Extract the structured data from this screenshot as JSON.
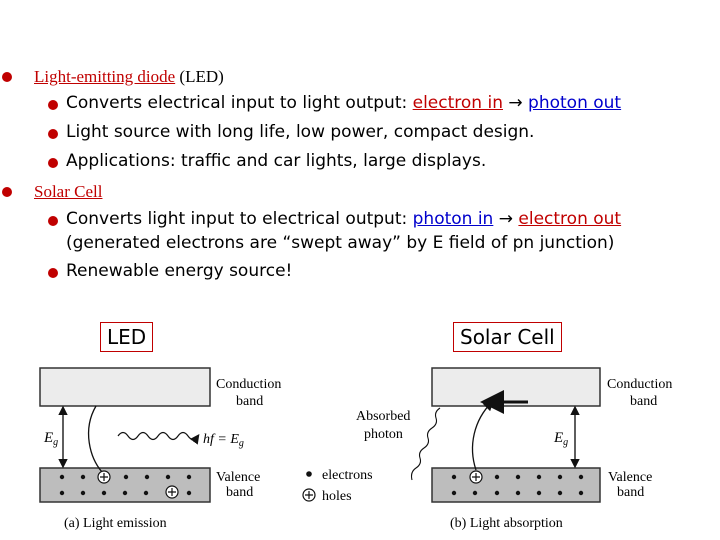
{
  "colors": {
    "bullet": "#c00000",
    "red_text": "#c00000",
    "blue_text": "#0000cc",
    "label_box_border": "#c00000"
  },
  "led": {
    "title_link": "Light-emitting diode",
    "title_suffix": " (LED)",
    "items": [
      {
        "prefix": "Converts electrical input to light output: ",
        "term_a": "electron in",
        "arrow": " → ",
        "term_b": "photon out"
      },
      {
        "text": "Light source with  long life, low power, compact design."
      },
      {
        "text": "Applications:  traffic and car lights, large displays."
      }
    ]
  },
  "solar": {
    "title": "Solar Cell",
    "item1": {
      "prefix": "Converts light input to electrical output: ",
      "term_a": "photon in",
      "arrow": " → ",
      "term_b": "electron out",
      "line2": "(generated electrons are “swept away” by E field of pn junction)"
    },
    "item2": "Renewable energy source!"
  },
  "labels": {
    "led_box": "LED",
    "solar_box": "Solar Cell"
  },
  "diagram": {
    "conduction_band": [
      "Conduction",
      "band"
    ],
    "valence_band": [
      "Valence",
      "band"
    ],
    "eg": "E",
    "eg_sub": "g",
    "hf": "hf = E",
    "hf_sub": "g",
    "absorbed_photon": [
      "Absorbed",
      "photon"
    ],
    "legend_electrons": "electrons",
    "legend_holes": "holes",
    "caption_a": "(a) Light emission",
    "caption_b": "(b) Light absorption"
  }
}
